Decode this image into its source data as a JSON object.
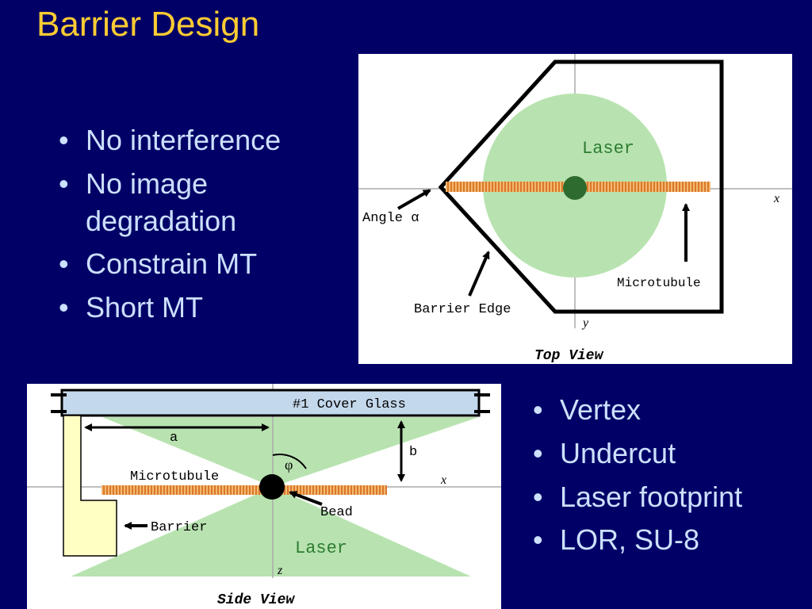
{
  "slide": {
    "title": "Barrier Design",
    "bullets_left": [
      "No interference",
      "No image degradation",
      "Constrain MT",
      "Short MT"
    ],
    "bullets_right": [
      "Vertex",
      "Undercut",
      "Laser footprint",
      "LOR, SU-8"
    ]
  },
  "top_view": {
    "caption": "Top View",
    "laser_label": "Laser",
    "microtubule_label": "Microtubule",
    "angle_label": "Angle α",
    "barrier_edge_label": "Barrier Edge",
    "x_axis": "x",
    "y_axis": "y"
  },
  "side_view": {
    "caption": "Side View",
    "cover_glass_label": "#1 Cover Glass",
    "a_label": "a",
    "b_label": "b",
    "phi_label": "φ",
    "microtubule_label": "Microtubule",
    "bead_label": "Bead",
    "barrier_label": "Barrier",
    "laser_label": "Laser",
    "x_axis": "x",
    "z_axis": "z"
  },
  "colors": {
    "background": "#000066",
    "title": "#ffcc33",
    "bullet_text": "#cce0ff",
    "laser_green": "#b8e3b0",
    "bead_green": "#2e6b2e",
    "microtubule_orange": "#e8963c",
    "cover_glass": "#c4d8ec",
    "barrier_yellow": "#ffffc4"
  }
}
